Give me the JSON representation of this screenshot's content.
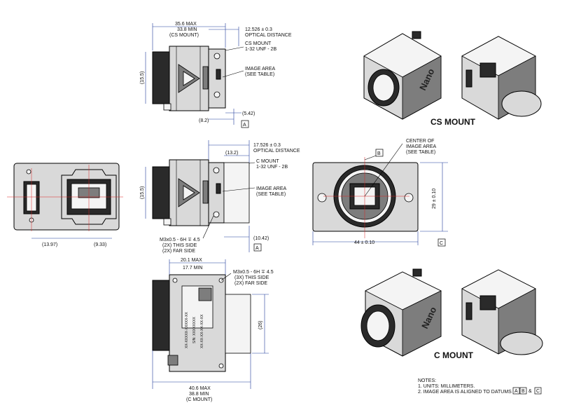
{
  "views": {
    "cs_side": {
      "max_len": "35.6 MAX",
      "min_len": "33.8 MIN",
      "mount_note": "(CS MOUNT)",
      "optical": "12.526 ± 0.3",
      "optical_label": "OPTICAL DISTANCE",
      "mount_thread_1": "CS MOUNT",
      "mount_thread_2": "1-32 UNF - 2B",
      "image_area_1": "IMAGE AREA",
      "image_area_2": "(SEE TABLE)",
      "height": "(15.5)",
      "d_542": "(5.42)",
      "d_82": "(8.2)",
      "datum": "A"
    },
    "c_side": {
      "optical": "17.526 ± 0.3",
      "optical_label": "OPTICAL DISTANCE",
      "d_132": "(13.2)",
      "mount_thread_1": "C MOUNT",
      "mount_thread_2": "1-32 UNF - 2B",
      "image_area_1": "IMAGE AREA",
      "image_area_2": "(SEE TABLE)",
      "height": "(15.5)",
      "d_1042": "(10.42)",
      "hole_1": "M3x0.5 - 6H ∓ 4.5",
      "hole_2": "(2X) THIS SIDE",
      "hole_3": "(2X) FAR SIDE",
      "datum": "A"
    },
    "rear": {
      "d_1397": "(13.97)",
      "d_933": "(9.33)"
    },
    "front": {
      "center_1": "CENTER OF",
      "center_2": "IMAGE AREA",
      "center_3": "(SEE TABLE)",
      "datum_b": "B",
      "datum_c": "C",
      "height": "29 ± 0.10",
      "width": "44 ± 0.10"
    },
    "top": {
      "max": "20.1 MAX",
      "min": "17.7 MIN",
      "hole_1": "M3x0.5 - 6H ∓ 4.5",
      "hole_2": "(3X) THIS SIDE",
      "hole_3": "(2X) FAR SIDE",
      "d_26": "(26)",
      "bottom_1": "40.6 MAX",
      "bottom_2": "38.8 MIN",
      "bottom_3": "(C MOUNT)",
      "label_lines": [
        "XX-XXXXX-XXXXX-XX",
        "S/N: XXXXXXXX",
        "XX-XX-XX-XX-XX-XX"
      ]
    }
  },
  "captions": {
    "cs_mount": "CS MOUNT",
    "c_mount": "C MOUNT",
    "brand": "Nano"
  },
  "notes": {
    "title": "NOTES:",
    "line1": "1. UNITS: MILLIMETERS.",
    "line2": "2. IMAGE AREA IS ALIGNED TO DATUMS",
    "datums": [
      "A",
      "B",
      "C"
    ],
    "amp": "&"
  },
  "colors": {
    "dim_line": "#1f3a9a",
    "center_line": "#dd2222",
    "body": "#d9d9d9"
  }
}
